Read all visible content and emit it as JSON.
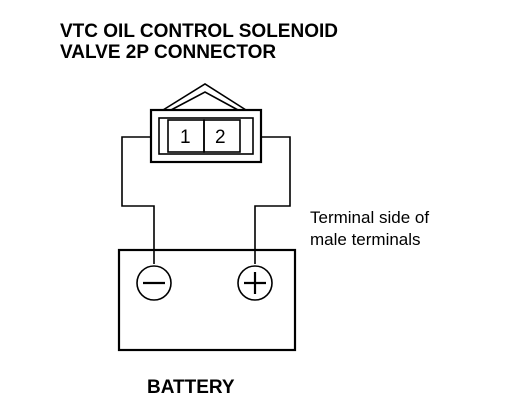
{
  "title": {
    "line1": "VTC OIL CONTROL SOLENOID",
    "line2": "VALVE 2P CONNECTOR"
  },
  "connector": {
    "pins": [
      "1",
      "2"
    ]
  },
  "note": {
    "line1": "Terminal side of",
    "line2": "male terminals"
  },
  "battery": {
    "label": "BATTERY",
    "negative_symbol": "minus-icon",
    "positive_symbol": "plus-icon"
  }
}
